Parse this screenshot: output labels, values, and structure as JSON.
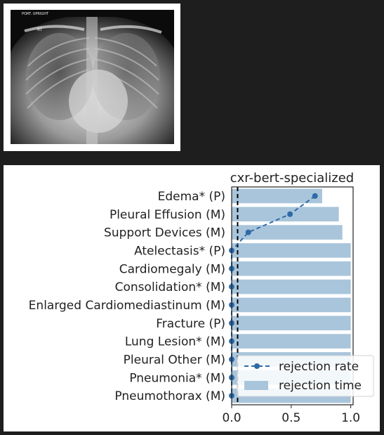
{
  "image": {
    "markers": [
      "PORT. UPRIGHT",
      "RT"
    ]
  },
  "chart_data": {
    "type": "bar",
    "title": "cxr-bert-specialized",
    "categories": [
      "Edema* (P)",
      "Pleural Effusion (M)",
      "Support Devices (M)",
      "Atelectasis* (P)",
      "Cardiomegaly (M)",
      "Consolidation* (M)",
      "Enlarged Cardiomediastinum (M)",
      "Fracture (P)",
      "Lung Lesion* (M)",
      "Pleural Other (M)",
      "Pneumonia* (M)",
      "Pneumothorax (M)"
    ],
    "series": [
      {
        "name": "rejection time",
        "kind": "bar",
        "color": "#a9c5db",
        "values": [
          0.76,
          0.9,
          0.93,
          1.0,
          1.0,
          1.0,
          1.0,
          1.0,
          1.0,
          1.0,
          1.0,
          1.0
        ]
      },
      {
        "name": "rejection rate",
        "kind": "line",
        "color": "#2e6aa8",
        "values": [
          0.7,
          0.49,
          0.14,
          0.0,
          0.0,
          0.0,
          0.0,
          0.0,
          0.0,
          0.0,
          0.0,
          0.0
        ]
      }
    ],
    "threshold": 0.05,
    "xlim": [
      0.0,
      1.02
    ],
    "xticks": [
      "0.0",
      "0.5",
      "1.0"
    ],
    "xtick_values": [
      0.0,
      0.5,
      1.0
    ],
    "legend": {
      "location": "lower-right"
    },
    "grid": false
  }
}
